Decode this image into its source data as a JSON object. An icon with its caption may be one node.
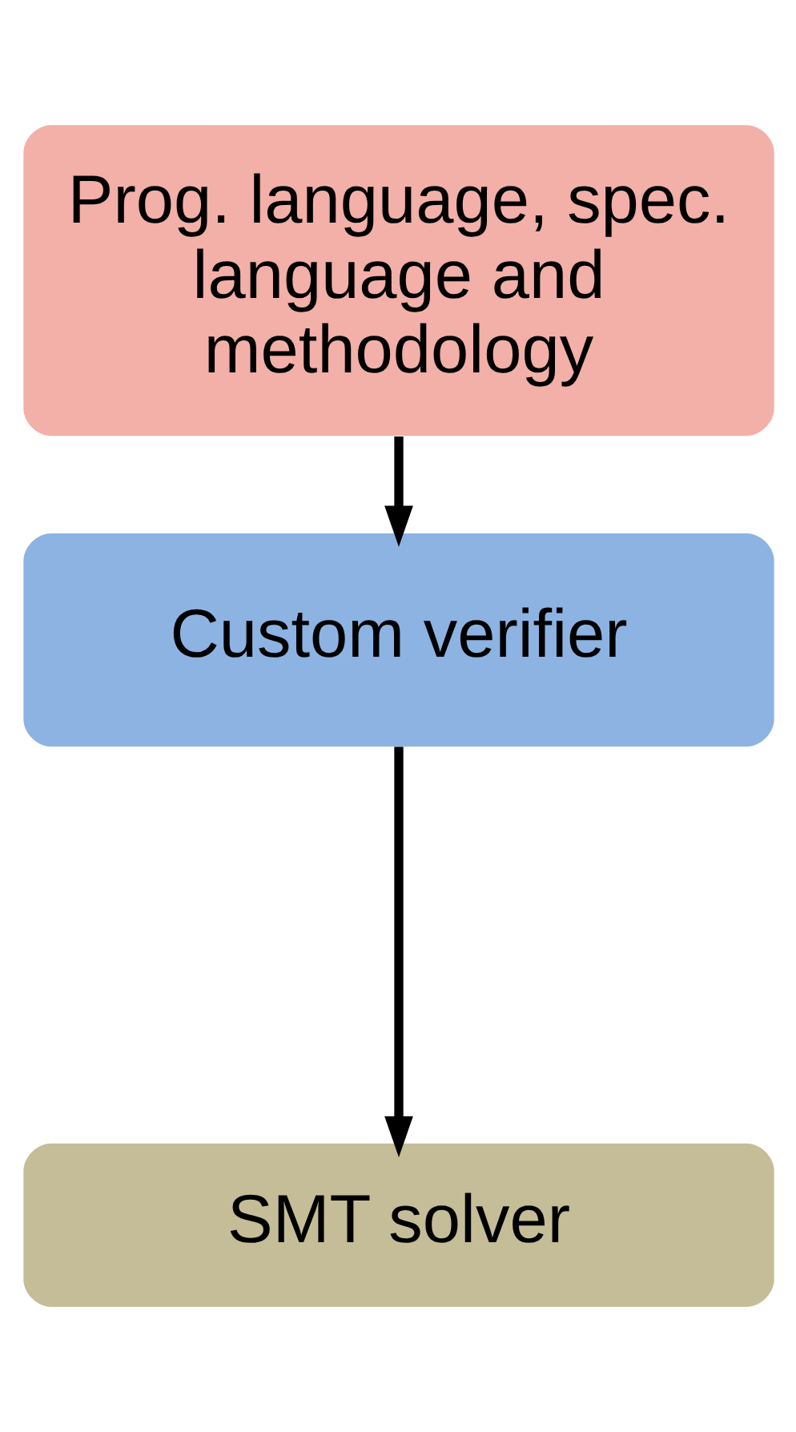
{
  "diagram": {
    "nodes": [
      {
        "text": [
          "Prog. language, spec. language and methodology"
        ]
      },
      {
        "text": [
          "Custom verifier"
        ]
      },
      {
        "text": [
          "SMT solver"
        ]
      }
    ],
    "edges": [
      {
        "from": 0,
        "to": 1,
        "arrow": "to"
      },
      {
        "from": 1,
        "to": 2,
        "arrow": "to"
      }
    ]
  }
}
